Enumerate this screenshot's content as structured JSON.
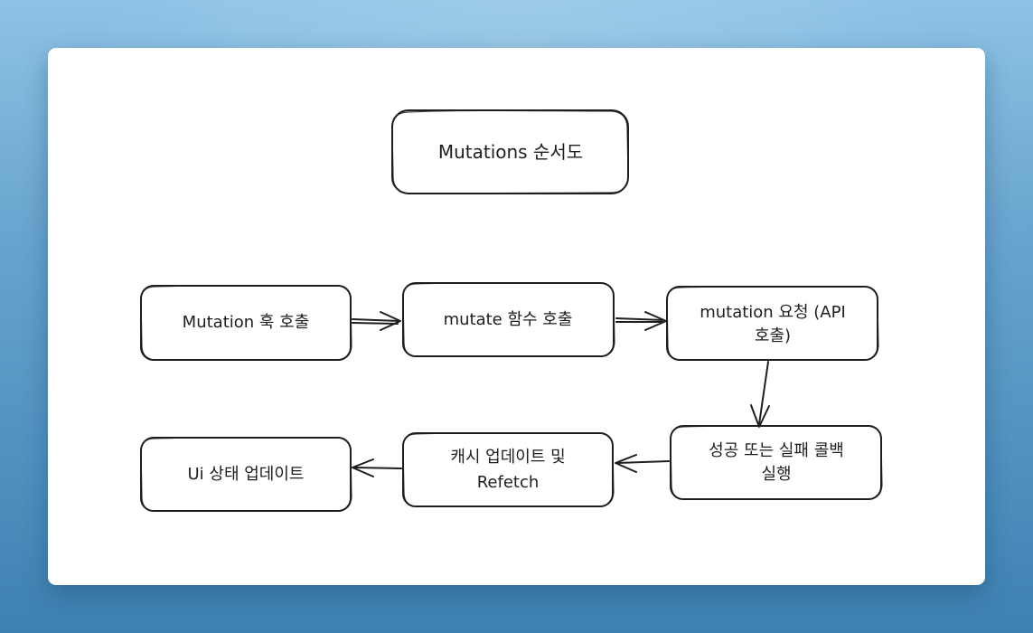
{
  "diagram": {
    "title": "Mutations 순서도",
    "nodes": {
      "n1": {
        "label": "Mutation 훅 호출"
      },
      "n2": {
        "label": "mutate 함수 호출"
      },
      "n3": {
        "line1": "mutation 요청 (API",
        "line2": "호출)"
      },
      "n4": {
        "line1": "성공 또는 실패 콜백",
        "line2": "실행"
      },
      "n5": {
        "line1": "캐시 업데이트 및",
        "line2": "Refetch"
      },
      "n6": {
        "label": "Ui 상태 업데이트"
      }
    },
    "edges": [
      {
        "from": "Mutation 훅 호출",
        "to": "mutate 함수 호출"
      },
      {
        "from": "mutate 함수 호출",
        "to": "mutation 요청 (API 호출)"
      },
      {
        "from": "mutation 요청 (API 호출)",
        "to": "성공 또는 실패 콜백 실행"
      },
      {
        "from": "성공 또는 실패 콜백 실행",
        "to": "캐시 업데이트 및 Refetch"
      },
      {
        "from": "캐시 업데이트 및 Refetch",
        "to": "Ui 상태 업데이트"
      }
    ]
  }
}
